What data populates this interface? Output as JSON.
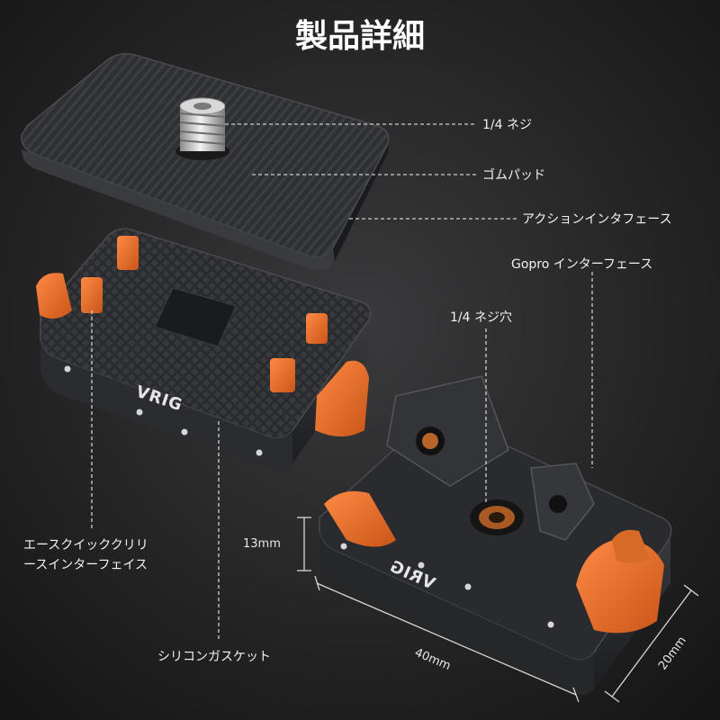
{
  "title": "製品詳細",
  "brand": "VRIG",
  "colors": {
    "background": "#1e1e1e",
    "body": "#2a2b2e",
    "accent_orange": "#e8722e",
    "light_beam": "#f2b21c",
    "leader_line": "#cfcfcf"
  },
  "callouts": {
    "screw": "1/4 ネジ",
    "rubber_pad": "ゴムパッド",
    "action_interface": "アクションインタフェース",
    "gopro_interface": "Gopro インターフェース",
    "screw_hole": "1/4 ネジ穴",
    "quick_release_line1": "エースクイッククリリ",
    "quick_release_line2": "ースインターフェイス",
    "silicone_gasket": "シリコンガスケット"
  },
  "dimensions": {
    "height": "13mm",
    "length": "40mm",
    "width": "20mm"
  }
}
